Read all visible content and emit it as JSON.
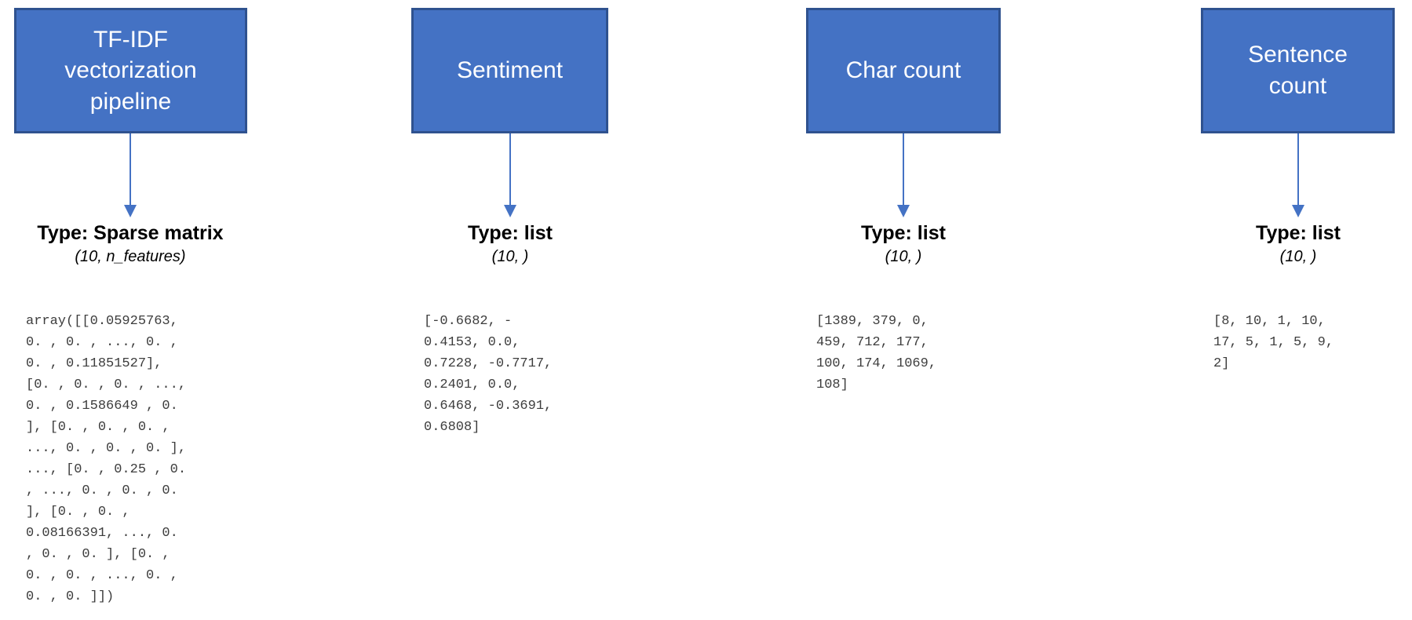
{
  "diagram": {
    "columns": [
      {
        "box_label": "TF-IDF\nvectorization\npipeline",
        "type_label": "Type: Sparse matrix",
        "shape_label": "(10, n_features)",
        "data_text": "array([[0.05925763,\n0. , 0. , ..., 0. ,\n0. , 0.11851527],\n[0. , 0. , 0. , ...,\n0. , 0.1586649 , 0.\n], [0. , 0. , 0. ,\n..., 0. , 0. , 0. ],\n..., [0. , 0.25 , 0.\n, ..., 0. , 0. , 0.\n], [0. , 0. ,\n0.08166391, ..., 0.\n, 0. , 0. ], [0. ,\n0. , 0. , ..., 0. ,\n0. , 0. ]])"
      },
      {
        "box_label": "Sentiment",
        "type_label": "Type: list",
        "shape_label": "(10, )",
        "data_text": "[-0.6682, -\n0.4153, 0.0,\n0.7228, -0.7717,\n0.2401, 0.0,\n0.6468, -0.3691,\n0.6808]"
      },
      {
        "box_label": "Char count",
        "type_label": "Type: list",
        "shape_label": "(10, )",
        "data_text": "[1389, 379, 0,\n459, 712, 177,\n100, 174, 1069,\n108]"
      },
      {
        "box_label": "Sentence\ncount",
        "type_label": "Type: list",
        "shape_label": "(10, )",
        "data_text": "[8, 10, 1, 10,\n17, 5, 1, 5, 9,\n2]"
      }
    ],
    "colors": {
      "box_fill": "#4472C4",
      "box_border": "#2F528F",
      "arrow": "#4472C4"
    }
  }
}
